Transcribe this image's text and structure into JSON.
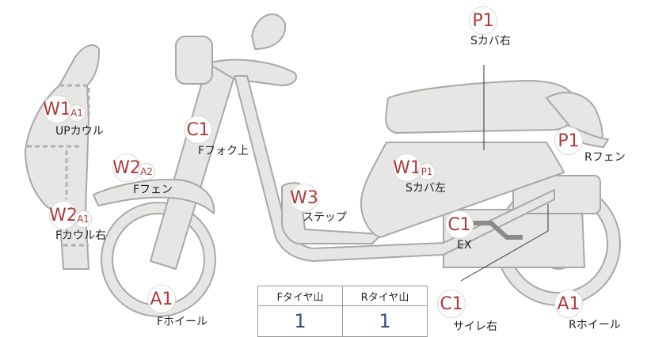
{
  "colors": {
    "part_fill": "#e6e6e4",
    "part_stroke": "#a8a8a6",
    "badge_text": "#b03a3a",
    "value_text": "#2c4f8a"
  },
  "parts": [
    {
      "id": "up-cowl",
      "label": "UPカウル",
      "codes": [
        "W1",
        "A1"
      ]
    },
    {
      "id": "f-cowl-right",
      "label": "Fカウル右",
      "codes": [
        "W2",
        "A1"
      ]
    },
    {
      "id": "f-fender",
      "label": "Fフェン",
      "codes": [
        "W2",
        "A2"
      ]
    },
    {
      "id": "f-fork-upper",
      "label": "Fフォク上",
      "codes": [
        "C1"
      ]
    },
    {
      "id": "step",
      "label": "ステップ",
      "codes": [
        "W3"
      ]
    },
    {
      "id": "s-cover-left",
      "label": "Sカバ左",
      "codes": [
        "W1",
        "P1"
      ]
    },
    {
      "id": "s-cover-right",
      "label": "Sカバ右",
      "codes": [
        "P1"
      ]
    },
    {
      "id": "r-fender",
      "label": "Rフェン",
      "codes": [
        "P1"
      ]
    },
    {
      "id": "exhaust",
      "label": "EX",
      "codes": [
        "C1"
      ]
    },
    {
      "id": "silencer-right",
      "label": "サイレ右",
      "codes": [
        "C1"
      ]
    },
    {
      "id": "f-wheel",
      "label": "Fホイール",
      "codes": [
        "A1"
      ]
    },
    {
      "id": "r-wheel",
      "label": "Rホイール",
      "codes": [
        "A1"
      ]
    }
  ],
  "tire_table": {
    "headers": [
      "Fタイヤ山",
      "Rタイヤ山"
    ],
    "values": [
      "1",
      "1"
    ]
  }
}
